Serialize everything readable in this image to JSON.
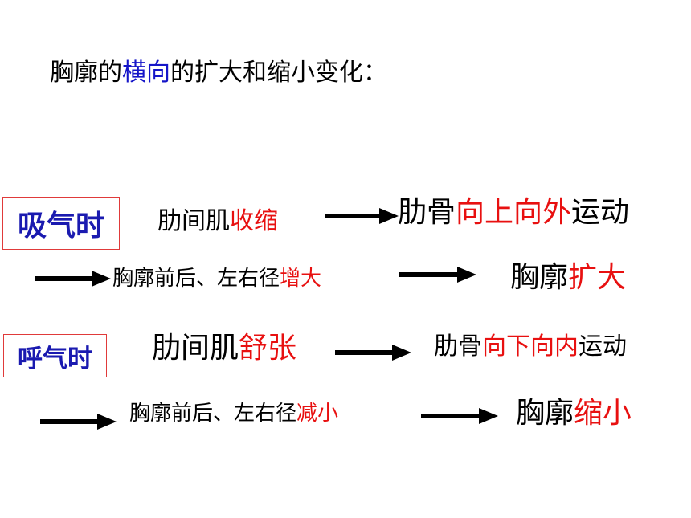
{
  "title": {
    "prefix": "胸廓的",
    "highlight": "横向",
    "suffix": "的扩大和缩小变化："
  },
  "inhale": {
    "label": "吸气时",
    "muscle": {
      "prefix": "肋间肌",
      "state": "收缩"
    },
    "rib": {
      "prefix": "肋骨",
      "direction": "向上向外",
      "suffix": "运动"
    },
    "diameter": {
      "prefix": "胸廓前后、左右径",
      "change": "增大"
    },
    "chest": {
      "prefix": "胸廓",
      "change": "扩大"
    }
  },
  "exhale": {
    "label": "呼气时",
    "muscle": {
      "prefix": "肋间肌",
      "state": "舒张"
    },
    "rib": {
      "prefix": "肋骨",
      "direction": "向下向内",
      "suffix": "运动"
    },
    "diameter": {
      "prefix": "胸廓前后、左右径",
      "change": "减小"
    },
    "chest": {
      "prefix": "胸廓",
      "change": "缩小"
    }
  },
  "colors": {
    "highlight_blue": "#1515c8",
    "highlight_red": "#e81010",
    "box_border": "#e03a3a",
    "label_blue": "#1a1ab0"
  },
  "icons": {
    "flow_arrow": "arrow-right-icon"
  }
}
